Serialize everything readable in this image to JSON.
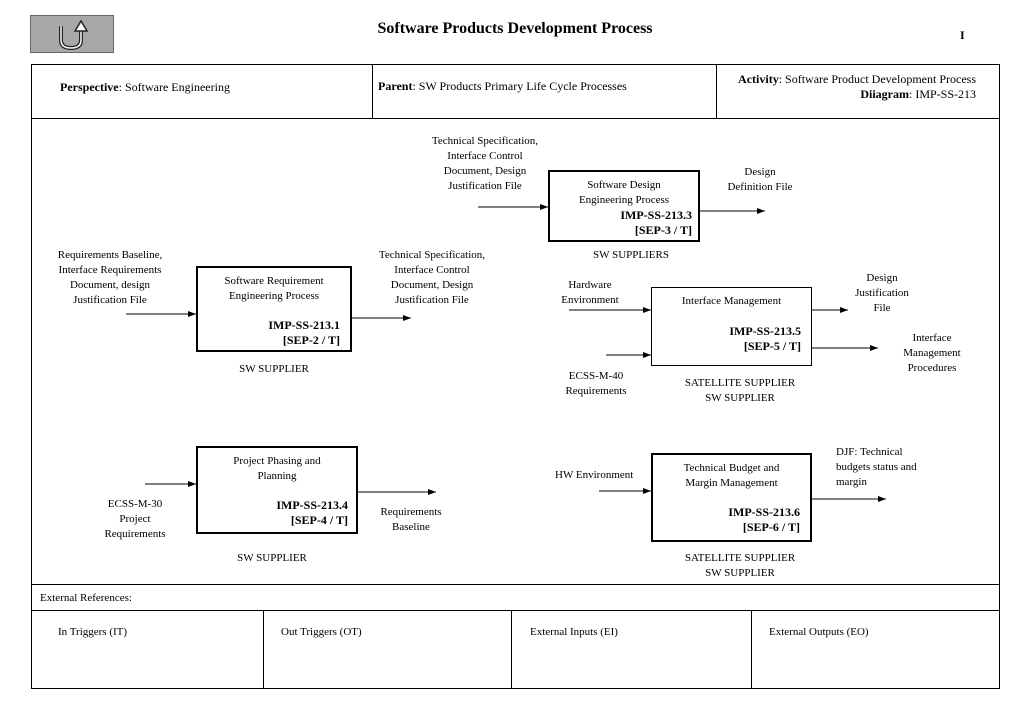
{
  "header": {
    "title": "Software  Products Development Process",
    "page_number": "I"
  },
  "info": {
    "perspective_label": "Perspective",
    "perspective_value": ": Software Engineering",
    "parent_label": "Parent",
    "parent_value": ": SW Products Primary Life Cycle Processes",
    "activity_label": "Activity",
    "activity_value": ": Software Product Development Process",
    "diagram_label": "Diiagram",
    "diagram_value": ": IMP-SS-213"
  },
  "processes": {
    "p1": {
      "name_line1": "Software Requirement",
      "name_line2": "Engineering Process",
      "code": "IMP-SS-213.1",
      "sep": "[SEP-2 / T]",
      "actor": "SW  SUPPLIER"
    },
    "p3": {
      "name_line1": "Software Design",
      "name_line2": "Engineering Process",
      "code": "IMP-SS-213.3",
      "sep": "[SEP-3 / T]",
      "actor": "SW  SUPPLIERS"
    },
    "p4": {
      "name_line1": "Project Phasing and",
      "name_line2": "Planning",
      "code": "IMP-SS-213.4",
      "sep": "[SEP-4 / T]",
      "actor": "SW  SUPPLIER"
    },
    "p5": {
      "name_line1": "Interface Management",
      "code": "IMP-SS-213.5",
      "sep": "[SEP-5 / T]",
      "actor_line1": "SATELLITE SUPPLIER",
      "actor_line2": "SW  SUPPLIER"
    },
    "p6": {
      "name_line1": "Technical Budget and",
      "name_line2": "Margin Management",
      "code": "IMP-SS-213.6",
      "sep": "[SEP-6 / T]",
      "actor_line1": "SATELLITE  SUPPLIER",
      "actor_line2": "SW  SUPPLIER"
    }
  },
  "flows": {
    "p1_in": [
      "Requirements Baseline,",
      "Interface Requirements",
      "Document, design",
      "Justification File"
    ],
    "p1_out": [
      "Technical Specification,",
      "Interface Control",
      "Document, Design",
      "Justification File"
    ],
    "p3_in": [
      "Technical Specification,",
      "Interface Control",
      "Document, Design",
      "Justification File"
    ],
    "p3_out": [
      "Design",
      "Definition File"
    ],
    "p4_in": [
      "ECSS-M-30",
      "Project",
      "Requirements"
    ],
    "p4_out": [
      "Requirements",
      "Baseline"
    ],
    "p5_in1": [
      "Hardware",
      "Environment"
    ],
    "p5_in2": [
      "ECSS-M-40",
      "Requirements"
    ],
    "p5_out1": [
      "Design",
      "Justification",
      "File"
    ],
    "p5_out2": [
      "Interface",
      "Management",
      "Procedures"
    ],
    "p6_in": [
      "HW Environment"
    ],
    "p6_out": [
      "DJF: Technical",
      "budgets status and",
      "margin"
    ]
  },
  "footer": {
    "external_references": "External References:",
    "columns": [
      "In Triggers (IT)",
      "Out Triggers (OT)",
      "External Inputs (EI)",
      "External Outputs (EO)"
    ]
  }
}
